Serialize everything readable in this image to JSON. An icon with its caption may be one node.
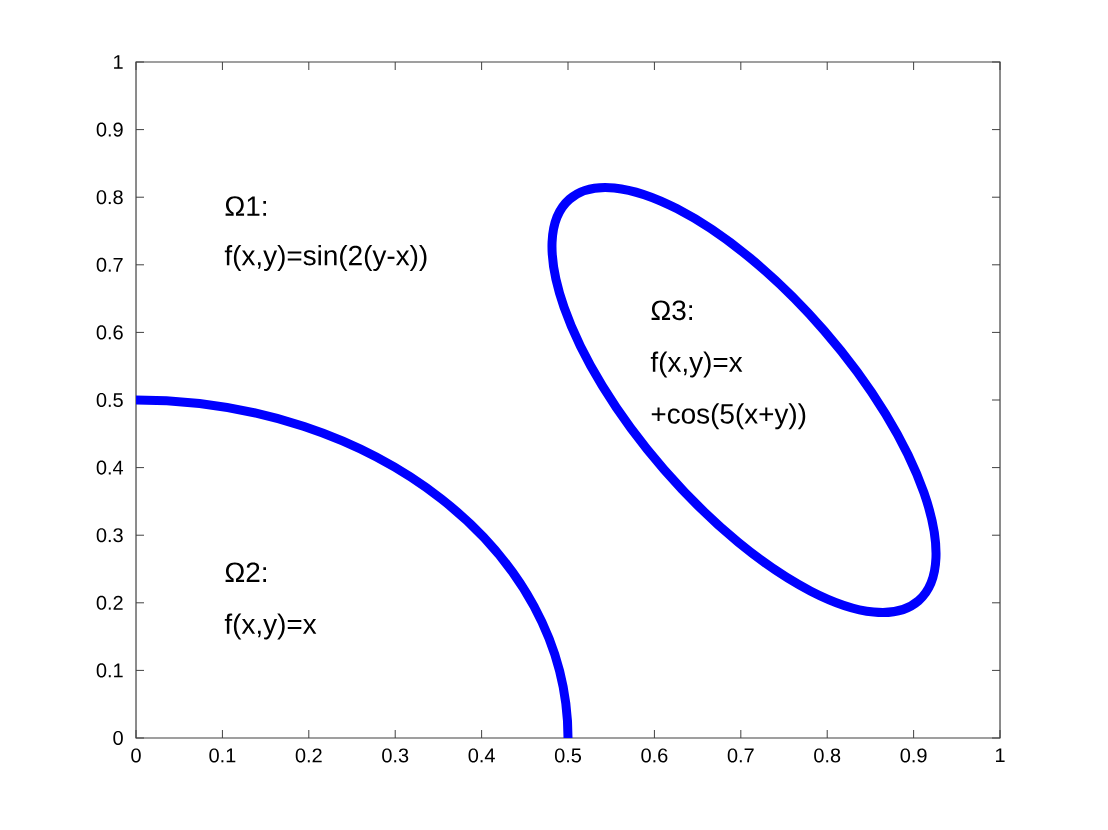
{
  "diagram": {
    "nodes": [
      {
        "text": [
          "Ω2:",
          "f(x,y)=x"
        ]
      },
      {
        "text": [
          "Ω3:",
          "f(x,y)=x +cos(5(x+y))"
        ]
      }
    ],
    "edges": [],
    "labels": [
      "1",
      "0.9",
      "0.8",
      "0.7",
      "0.6",
      "0.5",
      "0.4",
      "0.3",
      "0.2",
      "0.1",
      "0",
      "Ω1:",
      "f(x,y)=sin(2(y-x))",
      "0",
      "0.1",
      "0.2",
      "0.3",
      "0.4",
      "0.5",
      "0.6",
      "0.7",
      "0.8",
      "0.9",
      "1"
    ]
  }
}
